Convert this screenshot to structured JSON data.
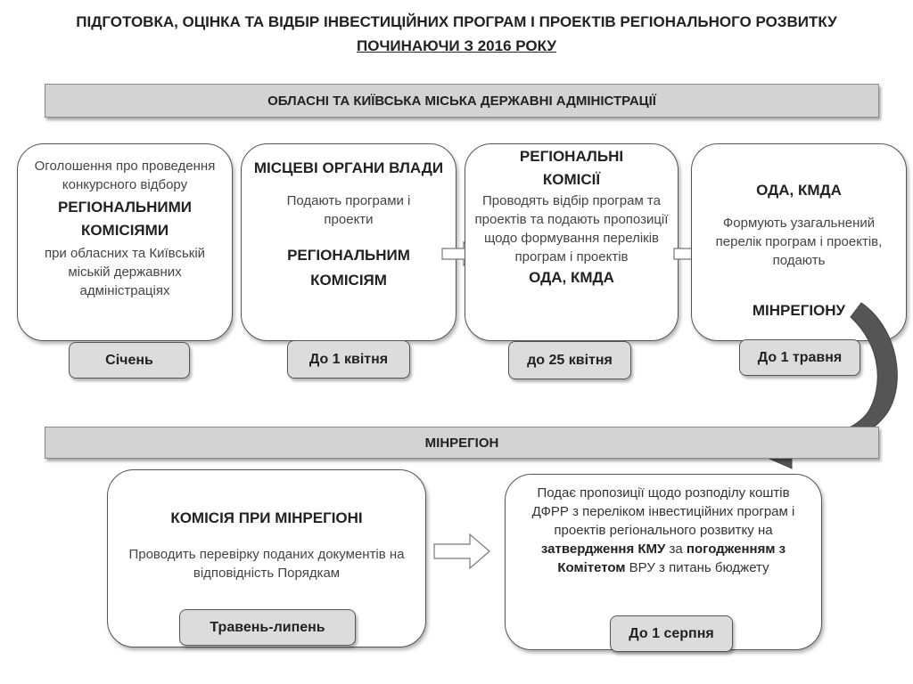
{
  "title": {
    "line1": "ПІДГОТОВКА, ОЦІНКА ТА ВІДБІР ІНВЕСТИЦІЙНИХ ПРОГРАМ  І ПРОЕКТІВ РЕГІОНАЛЬНОГО  РОЗВИТКУ",
    "line2": "ПОЧИНАЮЧИ З 2016 РОКУ"
  },
  "top_band": {
    "label": "ОБЛАСНІ ТА КИЇВСЬКА МІСЬКА ДЕРЖАВНІ АДМІНІСТРАЦІЇ"
  },
  "step1": {
    "text1": "Оголошення про проведення конкурсного відбору",
    "bold": "РЕГІОНАЛЬНИМИ КОМІСІЯМИ",
    "text2": "при обласних та Київській міській державних адміністраціях",
    "date": "Січень"
  },
  "step2": {
    "bold1": "МІСЦЕВІ ОРГАНИ ВЛАДИ",
    "text": "Подають програми і проекти",
    "bold2": "РЕГІОНАЛЬНИМ КОМІСІЯМ",
    "date": "До 1 квітня"
  },
  "step3": {
    "bold1": "РЕГІОНАЛЬНІ КОМІСІЇ",
    "text": "Проводять відбір програм та проектів та подають пропозиції щодо формування переліків програм і проектів",
    "bold2": "ОДА, КМДА",
    "date": "до 25 квітня"
  },
  "step4": {
    "bold1": "ОДА, КМДА",
    "text": "Формують узагальнений перелік програм і проектів, подають",
    "bold2": "МІНРЕГІОНУ",
    "date": "До 1 травня"
  },
  "mid_band": {
    "label": "МІНРЕГІОН"
  },
  "step5": {
    "bold": "КОМІСІЯ ПРИ МІНРЕГІОНІ",
    "text": "Проводить перевірку поданих документів на відповідність Порядкам",
    "date": "Травень-липень"
  },
  "step6": {
    "t1": "Подає пропозиції щодо розподілу коштів ДФРР з переліком інвестиційних програм і проектів регіонального розвитку на ",
    "b1": "затвердження КМУ",
    "t2": " за ",
    "b2": "погодженням з Комітетом",
    "t3": " ВРУ з питань бюджету",
    "date": "До 1 серпня"
  }
}
